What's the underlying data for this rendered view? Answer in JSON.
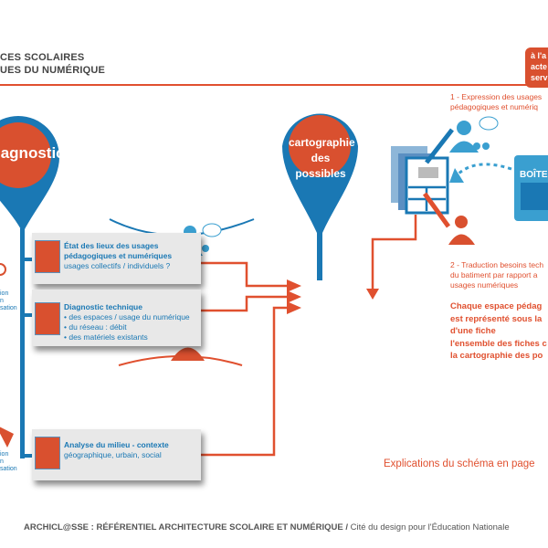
{
  "header": {
    "line1": "CES SCOLAIRES",
    "line2": "UES DU NUMÉRIQUE"
  },
  "badge": {
    "lines": [
      "à l'a",
      "acte",
      "serv"
    ]
  },
  "pins": {
    "diagnostics": "iagnostics",
    "cartographie_1": "cartographie",
    "cartographie_2": "des possibles"
  },
  "cards": [
    {
      "title_1": "État des lieux des usages",
      "title_2": "pédagogiques et numériques",
      "lines": [
        "usages collectifs / individuels ?"
      ]
    },
    {
      "title_1": "Diagnostic technique",
      "lines": [
        "• des espaces / usage du numérique",
        "• du réseau : débit",
        "• des matériels existants"
      ]
    },
    {
      "title_1": "Analyse du milieu - contexte",
      "lines": [
        "géographique, urbain, social"
      ]
    }
  ],
  "left_fragments": {
    "a": [
      "ion",
      "n",
      "sation"
    ],
    "b": [
      "ion",
      "n",
      "sation"
    ]
  },
  "right": {
    "step1": [
      "1 - Expression des usages",
      "pédagogiques et numériq"
    ],
    "box_label": "BOÎTE",
    "step2": [
      "2 - Traduction besoins tech",
      "du batiment  par rapport a",
      "usages numériques"
    ],
    "bold": [
      "Chaque espace pédag",
      "est représenté sous la",
      "d'une fiche",
      "l'ensemble des fiches c",
      "la cartographie des po"
    ],
    "explain": "Explications du schéma en page"
  },
  "footer": {
    "bold": "ARCHICL@SSE : RÉFÉRENTIEL ARCHITECTURE SCOLAIRE ET NUMÉRIQUE /",
    "normal": " Cité du design pour l'Éducation Nationale"
  },
  "colors": {
    "red": "#e0502f",
    "blue": "#1a78b4",
    "lightblue": "#3a9fd0"
  }
}
